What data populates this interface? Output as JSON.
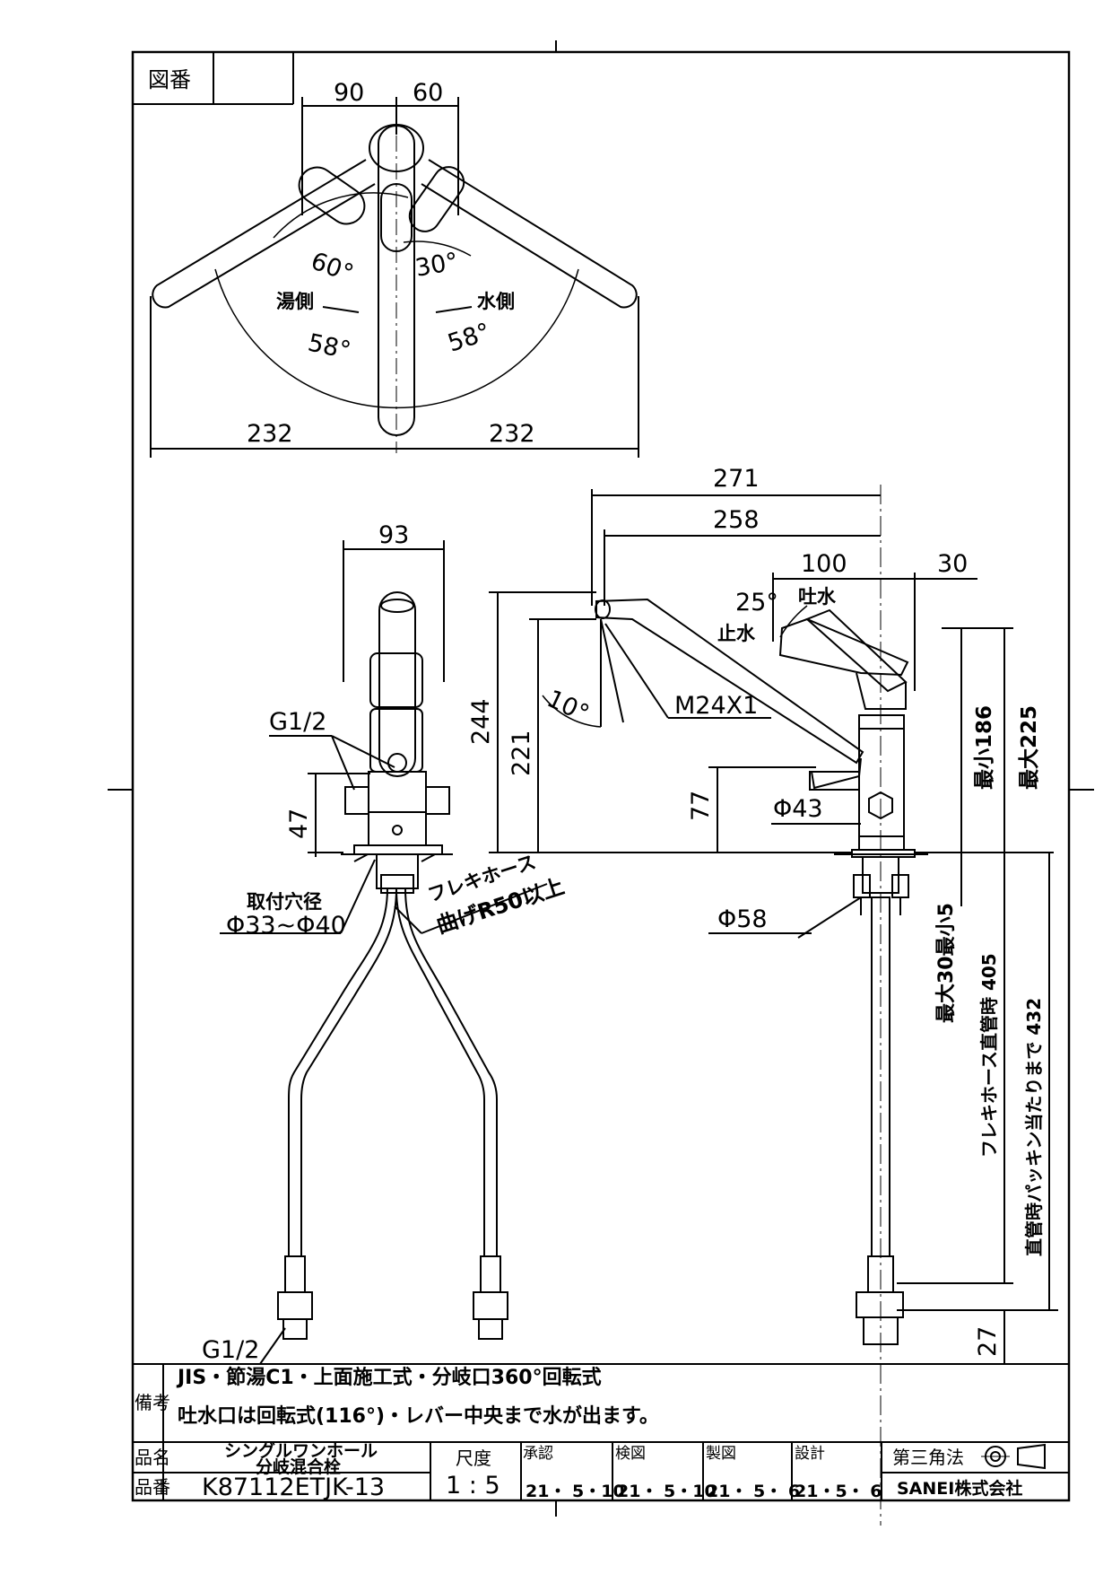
{
  "title_block": {
    "drawing_no_label": "図番",
    "drawing_no_value": "",
    "remarks_label": "備考",
    "remarks_line1": "JIS・節湯C1・上面施工式・分岐口360°回転式",
    "remarks_line2": "吐水口は回転式(116°)・レバー中央まで水が出ます。",
    "product_name_label": "品名",
    "product_name_line1": "シングルワンホール",
    "product_name_line2": "分岐混合栓",
    "part_no_label": "品番",
    "part_no": "K87112ETJK-13",
    "scale_label": "尺度",
    "scale_value": "1 : 5",
    "approval_label": "承認",
    "approval_date": "21・ 5・10",
    "check_label": "検図",
    "check_date": "21・ 5・10",
    "drafting_label": "製図",
    "drafting_date": "21・ 5・ 6",
    "design_label": "設計",
    "design_date": "21・5・ 6",
    "projection_label": "第三角法",
    "company": "SANEI株式会社"
  },
  "top_view": {
    "dim_90": "90",
    "dim_60": "60",
    "angle_60": "60°",
    "angle_30": "30°",
    "hot_side": "湯側",
    "cold_side": "水側",
    "angle_58_left": "58°",
    "angle_58_right": "58°",
    "dim_232_left": "232",
    "dim_232_right": "232"
  },
  "front_view": {
    "dim_93": "93",
    "thread_top": "G1/2",
    "dim_47": "47",
    "hole_label": "取付穴径",
    "hole_value": "Φ33~Φ40",
    "hose_label": "フレキホース",
    "hose_bend": "曲げR50以上",
    "thread_bottom": "G1/2"
  },
  "side_view": {
    "dim_271": "271",
    "dim_258": "258",
    "dim_100": "100",
    "dim_30": "30",
    "angle_25": "25°",
    "spout_label": "吐水",
    "stop_label": "止水",
    "angle_10": "10°",
    "thread_m24": "M24X1",
    "dim_244": "244",
    "dim_221": "221",
    "dim_77": "77",
    "dia_43": "Φ43",
    "dia_58": "Φ58",
    "min_186": "最小186",
    "max_225": "最大225",
    "max30_min5": "最大30最小5",
    "hose_straight_405": "フレキホース直管時 405",
    "packing_432": "直管時パッキン当たりまで 432",
    "dim_27": "27"
  }
}
